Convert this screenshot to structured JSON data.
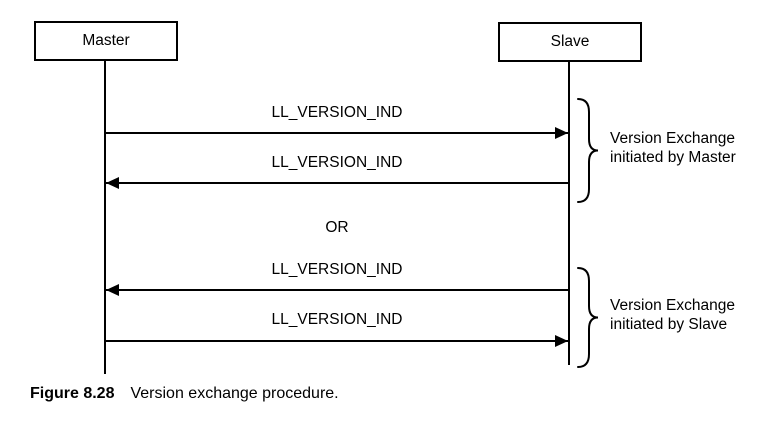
{
  "diagram": {
    "actors": [
      {
        "label": "Master"
      },
      {
        "label": "Slave"
      }
    ],
    "messages": [
      {
        "label": "LL_VERSION_IND",
        "direction": "right",
        "from": "Master",
        "to": "Slave"
      },
      {
        "label": "LL_VERSION_IND",
        "direction": "left",
        "from": "Slave",
        "to": "Master"
      },
      {
        "label": "LL_VERSION_IND",
        "direction": "left",
        "from": "Slave",
        "to": "Master"
      },
      {
        "label": "LL_VERSION_IND",
        "direction": "right",
        "from": "Master",
        "to": "Slave"
      }
    ],
    "or_label": "OR",
    "annotations": [
      {
        "line1": "Version Exchange",
        "line2": "initiated by Master"
      },
      {
        "line1": "Version Exchange",
        "line2": "initiated by Slave"
      }
    ]
  },
  "caption": {
    "figure_label": "Figure 8.28",
    "text": "Version exchange procedure."
  },
  "colors": {
    "line": "#000000",
    "text": "#000000",
    "background": "#ffffff"
  }
}
